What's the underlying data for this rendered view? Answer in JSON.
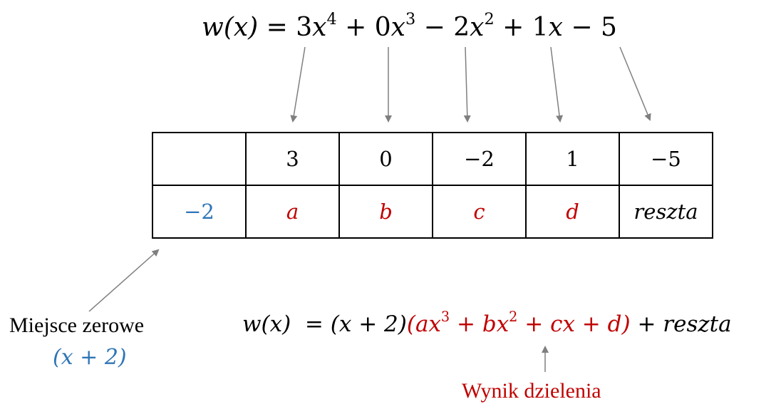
{
  "top_equation": {
    "lhs": "w(x) = ",
    "coefficients": [
      {
        "sign": "",
        "coef": "3",
        "var": "x",
        "exp": "4"
      },
      {
        "sign": " + ",
        "coef": "0",
        "var": "x",
        "exp": "3"
      },
      {
        "sign": " − ",
        "coef": "2",
        "var": "x",
        "exp": "2"
      },
      {
        "sign": " + ",
        "coef": "1",
        "var": "x",
        "exp": ""
      },
      {
        "sign": " − ",
        "coef": "5",
        "var": "",
        "exp": ""
      }
    ]
  },
  "table": {
    "top_row": [
      "",
      "3",
      "0",
      "−2",
      "1",
      "−5"
    ],
    "bottom_row": {
      "root": "−2",
      "unknowns": [
        "a",
        "b",
        "c",
        "d"
      ],
      "remainder": "reszta"
    }
  },
  "zero_label": {
    "text": "Miejsce zerowe",
    "factor": "(x + 2)"
  },
  "bottom_equation": {
    "lhs": "w(x)",
    "eq": "  = ",
    "factor": "(x + 2)",
    "quotient": {
      "open": "(",
      "terms": [
        {
          "sign": "",
          "coef": "a",
          "var": "x",
          "exp": "3"
        },
        {
          "sign": " + ",
          "coef": "b",
          "var": "x",
          "exp": "2"
        },
        {
          "sign": " + ",
          "coef": "c",
          "var": "x",
          "exp": ""
        },
        {
          "sign": " + ",
          "coef": "d",
          "var": "",
          "exp": ""
        }
      ],
      "close": ")"
    },
    "plus": " + ",
    "remainder": "reszta"
  },
  "result_label": "Wynik dzielenia",
  "colors": {
    "red": "#c00000",
    "blue": "#2e75b6",
    "arrow": "#7f7f7f"
  }
}
